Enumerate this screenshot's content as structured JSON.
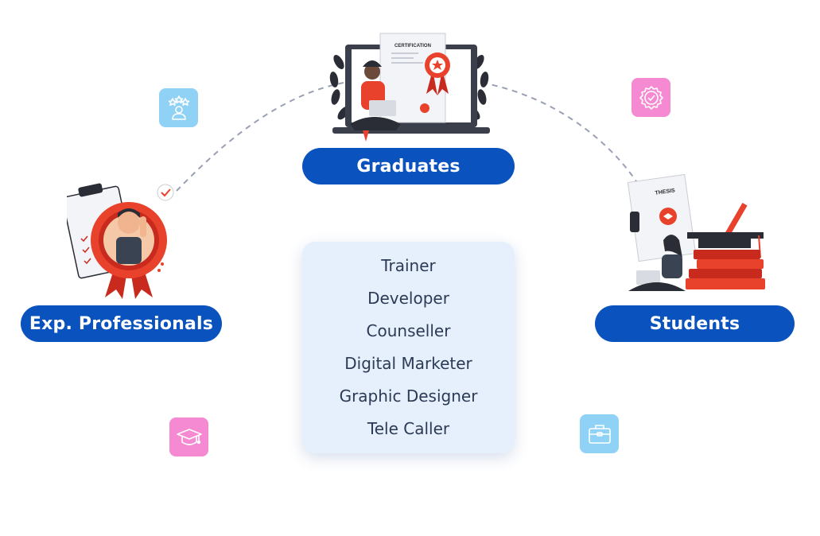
{
  "categories": {
    "graduates": "Graduates",
    "professionals": "Exp. Professionals",
    "students": "Students"
  },
  "roles": [
    "Trainer",
    "Developer",
    "Counseller",
    "Digital Marketer",
    "Graphic Designer",
    "Tele Caller"
  ],
  "illustrations": {
    "certificate_label": "CERTIFICATION",
    "thesis_label": "THESIS"
  },
  "icons": {
    "top_left": "star-rating-user-icon",
    "top_right": "verified-badge-icon",
    "bottom_left": "graduation-cap-icon",
    "bottom_right": "briefcase-icon"
  },
  "colors": {
    "pill": "#0a53be",
    "card": "#e6f0fc",
    "accent_red": "#e8412c",
    "tile_blue": "#8fd2f6",
    "tile_pink": "#f58ad3"
  }
}
